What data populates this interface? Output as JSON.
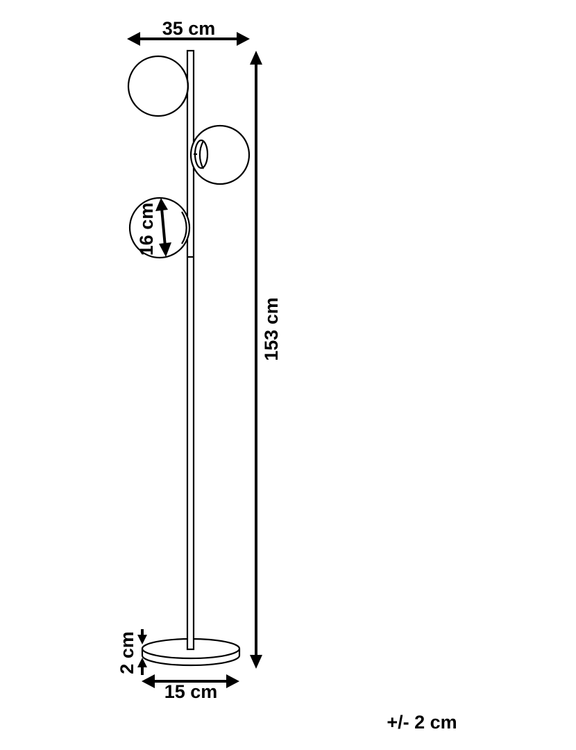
{
  "diagram": {
    "product": "floor lamp with three globe shades",
    "dimensions": {
      "width": "35 cm",
      "height": "153 cm",
      "shade_diameter": "16 cm",
      "base_thickness": "2 cm",
      "base_diameter": "15 cm"
    },
    "tolerance": "+/- 2 cm",
    "colors": {
      "line": "#000000",
      "background": "#ffffff"
    }
  }
}
